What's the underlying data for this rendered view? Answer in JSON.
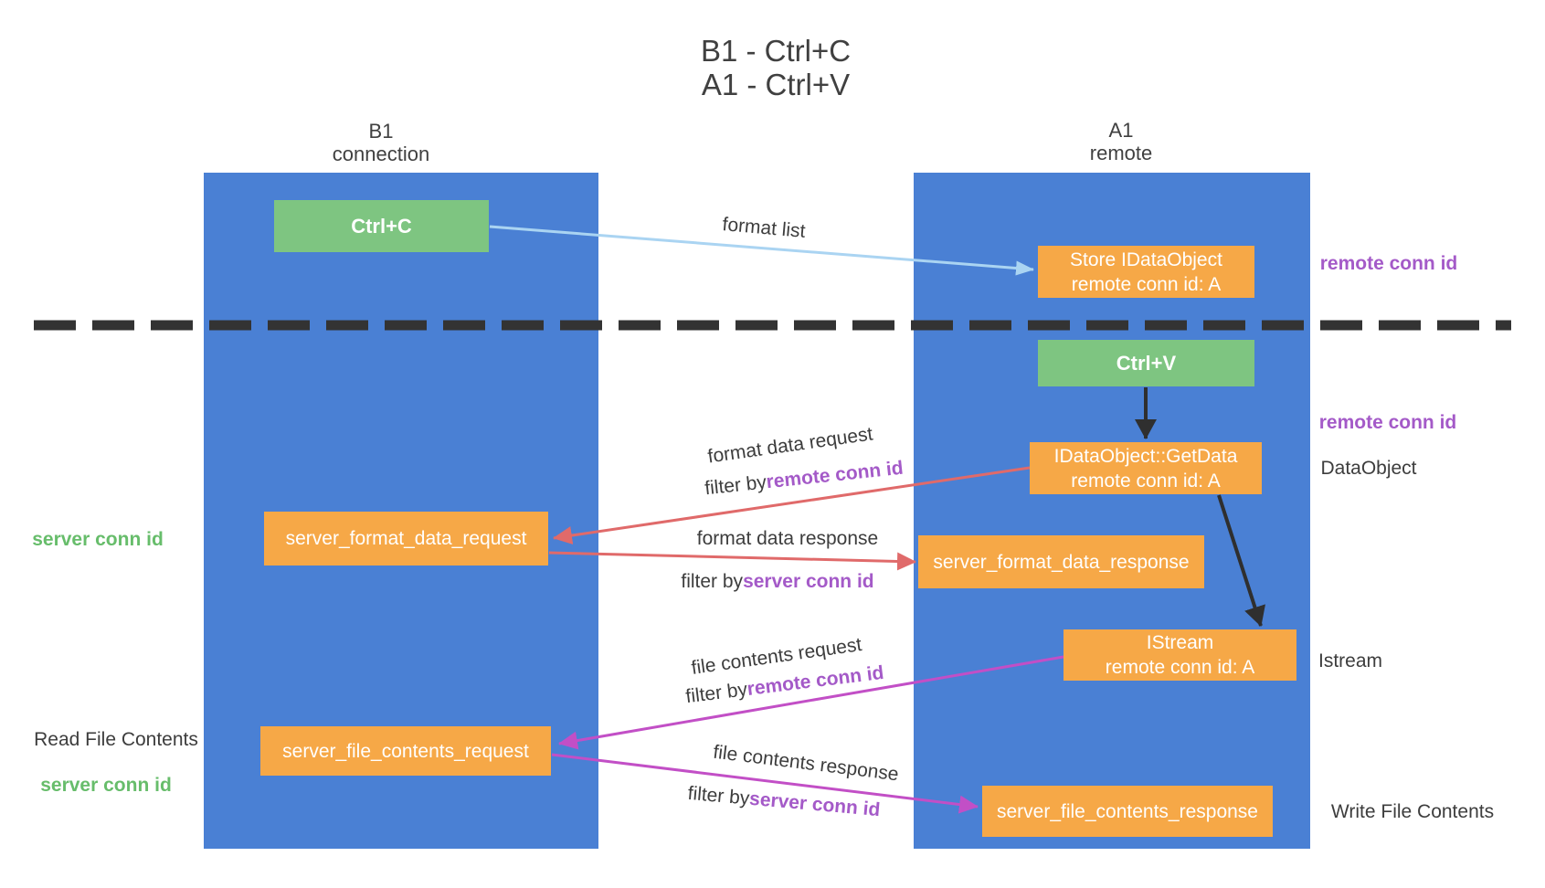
{
  "title": {
    "line1": "B1 - Ctrl+C",
    "line2": "A1 - Ctrl+V"
  },
  "columns": {
    "left": {
      "name_line": "B1",
      "type_line": "connection"
    },
    "right": {
      "name_line": "A1",
      "type_line": "remote"
    }
  },
  "boxes": {
    "ctrl_c": {
      "label": "Ctrl+C"
    },
    "ctrl_v": {
      "label": "Ctrl+V"
    },
    "store_idataobject": {
      "line1": "Store IDataObject",
      "line2": "remote conn id: A"
    },
    "idataobject_getdata": {
      "line1": "IDataObject::GetData",
      "line2": "remote conn id: A"
    },
    "istream": {
      "line1": "IStream",
      "line2": "remote conn id: A"
    },
    "server_format_data_request": {
      "label": "server_format_data_request"
    },
    "server_format_data_response": {
      "label": "server_format_data_response"
    },
    "server_file_contents_request": {
      "label": "server_file_contents_request"
    },
    "server_file_contents_response": {
      "label": "server_file_contents_response"
    }
  },
  "arrow_labels": {
    "format_list": "format list",
    "format_data_request": "format data request",
    "format_data_request_filter_prefix": "filter by",
    "format_data_request_filter_key": "remote conn id",
    "format_data_response": "format data response",
    "format_data_response_filter_prefix": "filter by",
    "format_data_response_filter_key": "server conn id",
    "file_contents_request": "file contents request",
    "file_contents_request_filter_prefix": "filter by",
    "file_contents_request_filter_key": "remote conn id",
    "file_contents_response": "file contents response",
    "file_contents_response_filter_prefix": "filter by",
    "file_contents_response_filter_key": "server conn id"
  },
  "side_labels": {
    "remote_conn_id_top": "remote conn id",
    "remote_conn_id_mid": "remote conn id",
    "dataobject": "DataObject",
    "istream": "Istream",
    "write_file_contents": "Write File Contents",
    "server_conn_id_top": "server conn id",
    "read_file_contents": "Read File Contents",
    "server_conn_id_bottom": "server conn id"
  },
  "colors": {
    "column_blue": "#4a80d4",
    "box_orange": "#f6a847",
    "box_green": "#7ec581",
    "text_dark": "#3d3d3d",
    "purple_key": "#a45ac8",
    "green_key": "#67bd6b",
    "arrow_red": "#e06a6a",
    "arrow_magenta": "#c24fc6",
    "arrow_light_blue": "#aad4f2",
    "arrow_black": "#2f2f2f",
    "dashed_line": "#333333"
  }
}
